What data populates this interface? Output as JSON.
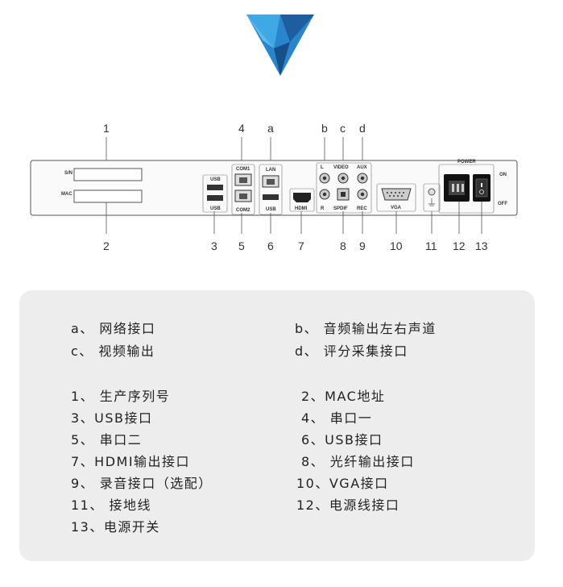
{
  "callouts_top": [
    "1",
    "4",
    "a",
    "b",
    "c",
    "d"
  ],
  "callouts_bottom": [
    "2",
    "3",
    "5",
    "6",
    "7",
    "8",
    "9",
    "10",
    "11",
    "12",
    "13"
  ],
  "panel_labels": {
    "sn": "S/N",
    "mac": "MAC",
    "usb_top": "USB",
    "usb_bottom": "USB",
    "com1": "COM1",
    "com2": "COM2",
    "lan": "LAN",
    "lan_usb": "USB",
    "hdmi": "HDMI",
    "l": "L",
    "r": "R",
    "video": "VIDEO",
    "spdif": "SPDIF",
    "aux": "AUX",
    "rec": "REC",
    "vga": "VGA",
    "power": "POWER",
    "on": "ON",
    "off": "OFF"
  },
  "legend": {
    "a": "a、 网络接口",
    "b": "b、 音频输出左右声道",
    "c": "c、 视频输出",
    "d": "d、 评分采集接口",
    "n1": "1、 生产序列号",
    "n2": "2、MAC地址",
    "n3": "3、USB接口",
    "n4": "4、 串口一",
    "n5": "5、 串口二",
    "n6": "6、USB接口",
    "n7": "7、HDMI输出接口",
    "n8": "8、 光纤输出接口",
    "n9": "9、 录音接口（选配）",
    "n10": "10、VGA接口",
    "n11": "11、 接地线",
    "n12": "12、电源线接口",
    "n13": "13、电源开关"
  },
  "colors": {
    "logo_dark": "#1a5a9e",
    "logo_light": "#3aa0dd",
    "panel_bg": "#ededed"
  }
}
